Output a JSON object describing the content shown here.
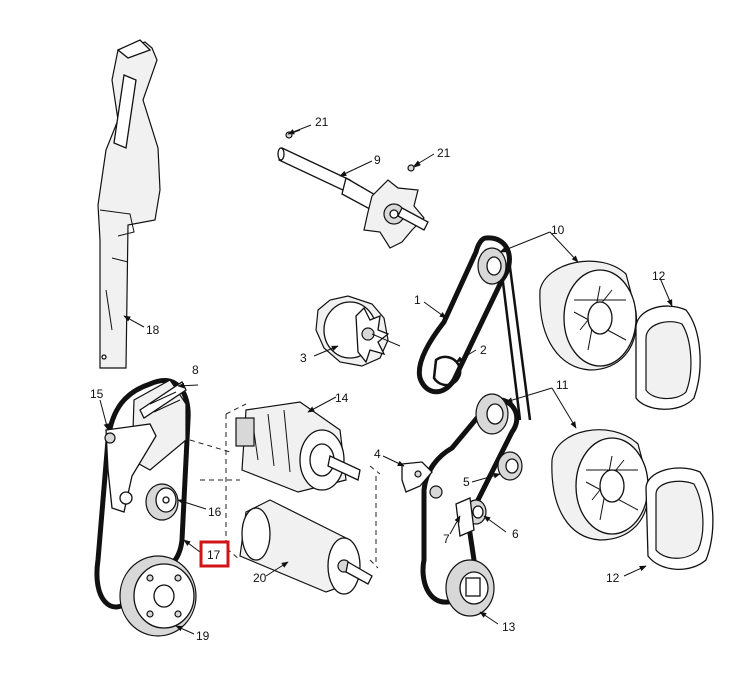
{
  "callouts": {
    "c1": "1",
    "c2": "2",
    "c3": "3",
    "c4": "4",
    "c5": "5",
    "c6": "6",
    "c7": "7",
    "c8": "8",
    "c9": "9",
    "c10": "10",
    "c11": "11",
    "c12a": "12",
    "c12b": "12",
    "c13": "13",
    "c14": "14",
    "c15": "15",
    "c16": "16",
    "c17": "17",
    "c18": "18",
    "c19": "19",
    "c20": "20",
    "c21a": "21",
    "c21b": "21"
  },
  "highlight": {
    "part": "17",
    "color": "#d0141a"
  }
}
